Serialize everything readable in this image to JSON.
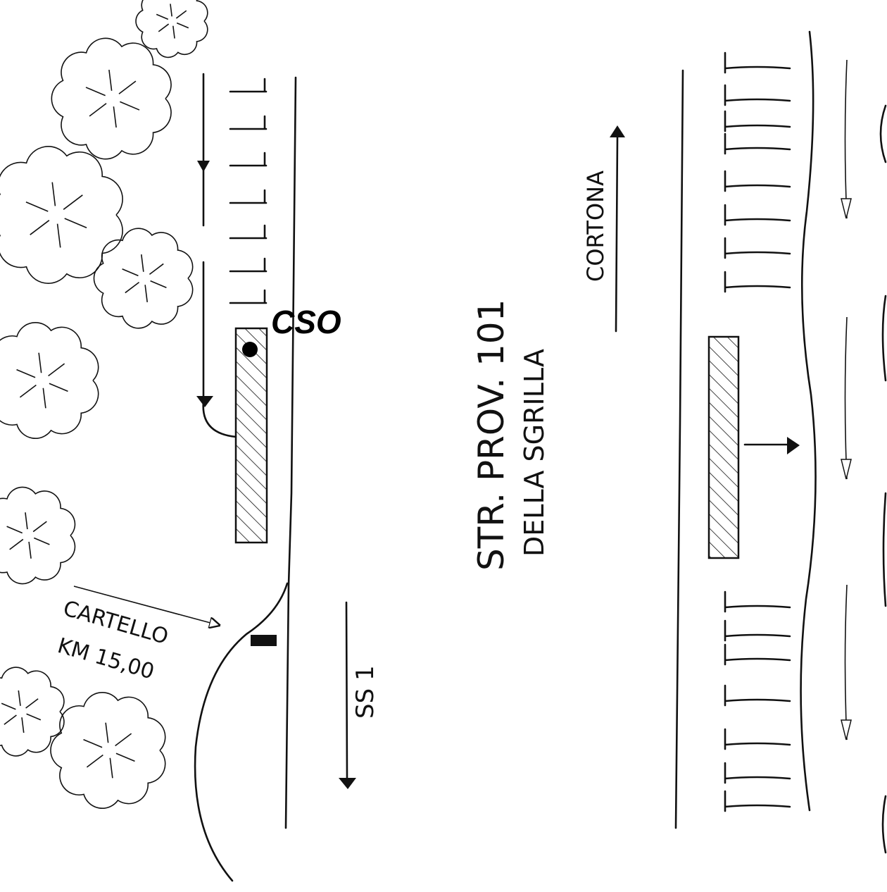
{
  "labels": {
    "cso": "CSO",
    "cortona": "CORTONA",
    "road_name_line1": "STR. PROV. 101",
    "road_name_line2": "DELLA SGRILLA",
    "sign_line1": "CARTELLO",
    "sign_line2": "KM 15,00",
    "ss1": "SS 1"
  },
  "colors": {
    "ink": "#111111",
    "paper": "#ffffff"
  }
}
